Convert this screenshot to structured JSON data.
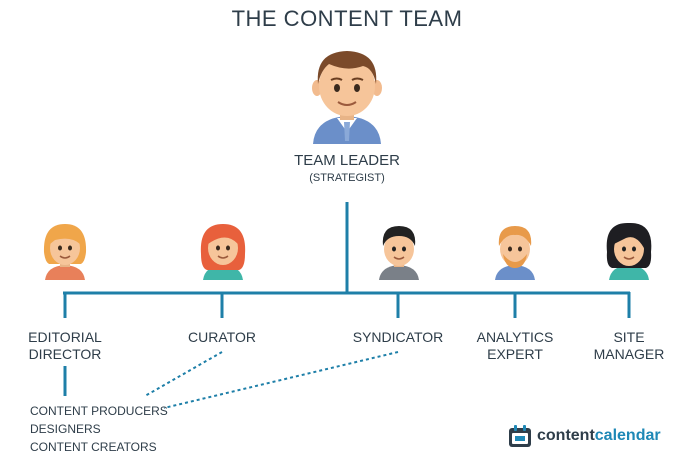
{
  "title": "THE CONTENT TEAM",
  "leader": {
    "label": "TEAM LEADER",
    "sublabel": "(STRATEGIST)"
  },
  "roles": [
    {
      "line1": "EDITORIAL",
      "line2": "DIRECTOR"
    },
    {
      "line1": "CURATOR",
      "line2": ""
    },
    {
      "line1": "SYNDICATOR",
      "line2": ""
    },
    {
      "line1": "ANALYTICS",
      "line2": "EXPERT"
    },
    {
      "line1": "SITE",
      "line2": "MANAGER"
    }
  ],
  "sub_roles": [
    "CONTENT PRODUCERS",
    "DESIGNERS",
    "CONTENT CREATORS"
  ],
  "logo": {
    "part1": "content",
    "part2": "calendar"
  },
  "colors": {
    "line": "#1e7fa8",
    "text": "#2e3d49",
    "shirt": "#6b8fc9",
    "skin": "#f6c59a"
  }
}
